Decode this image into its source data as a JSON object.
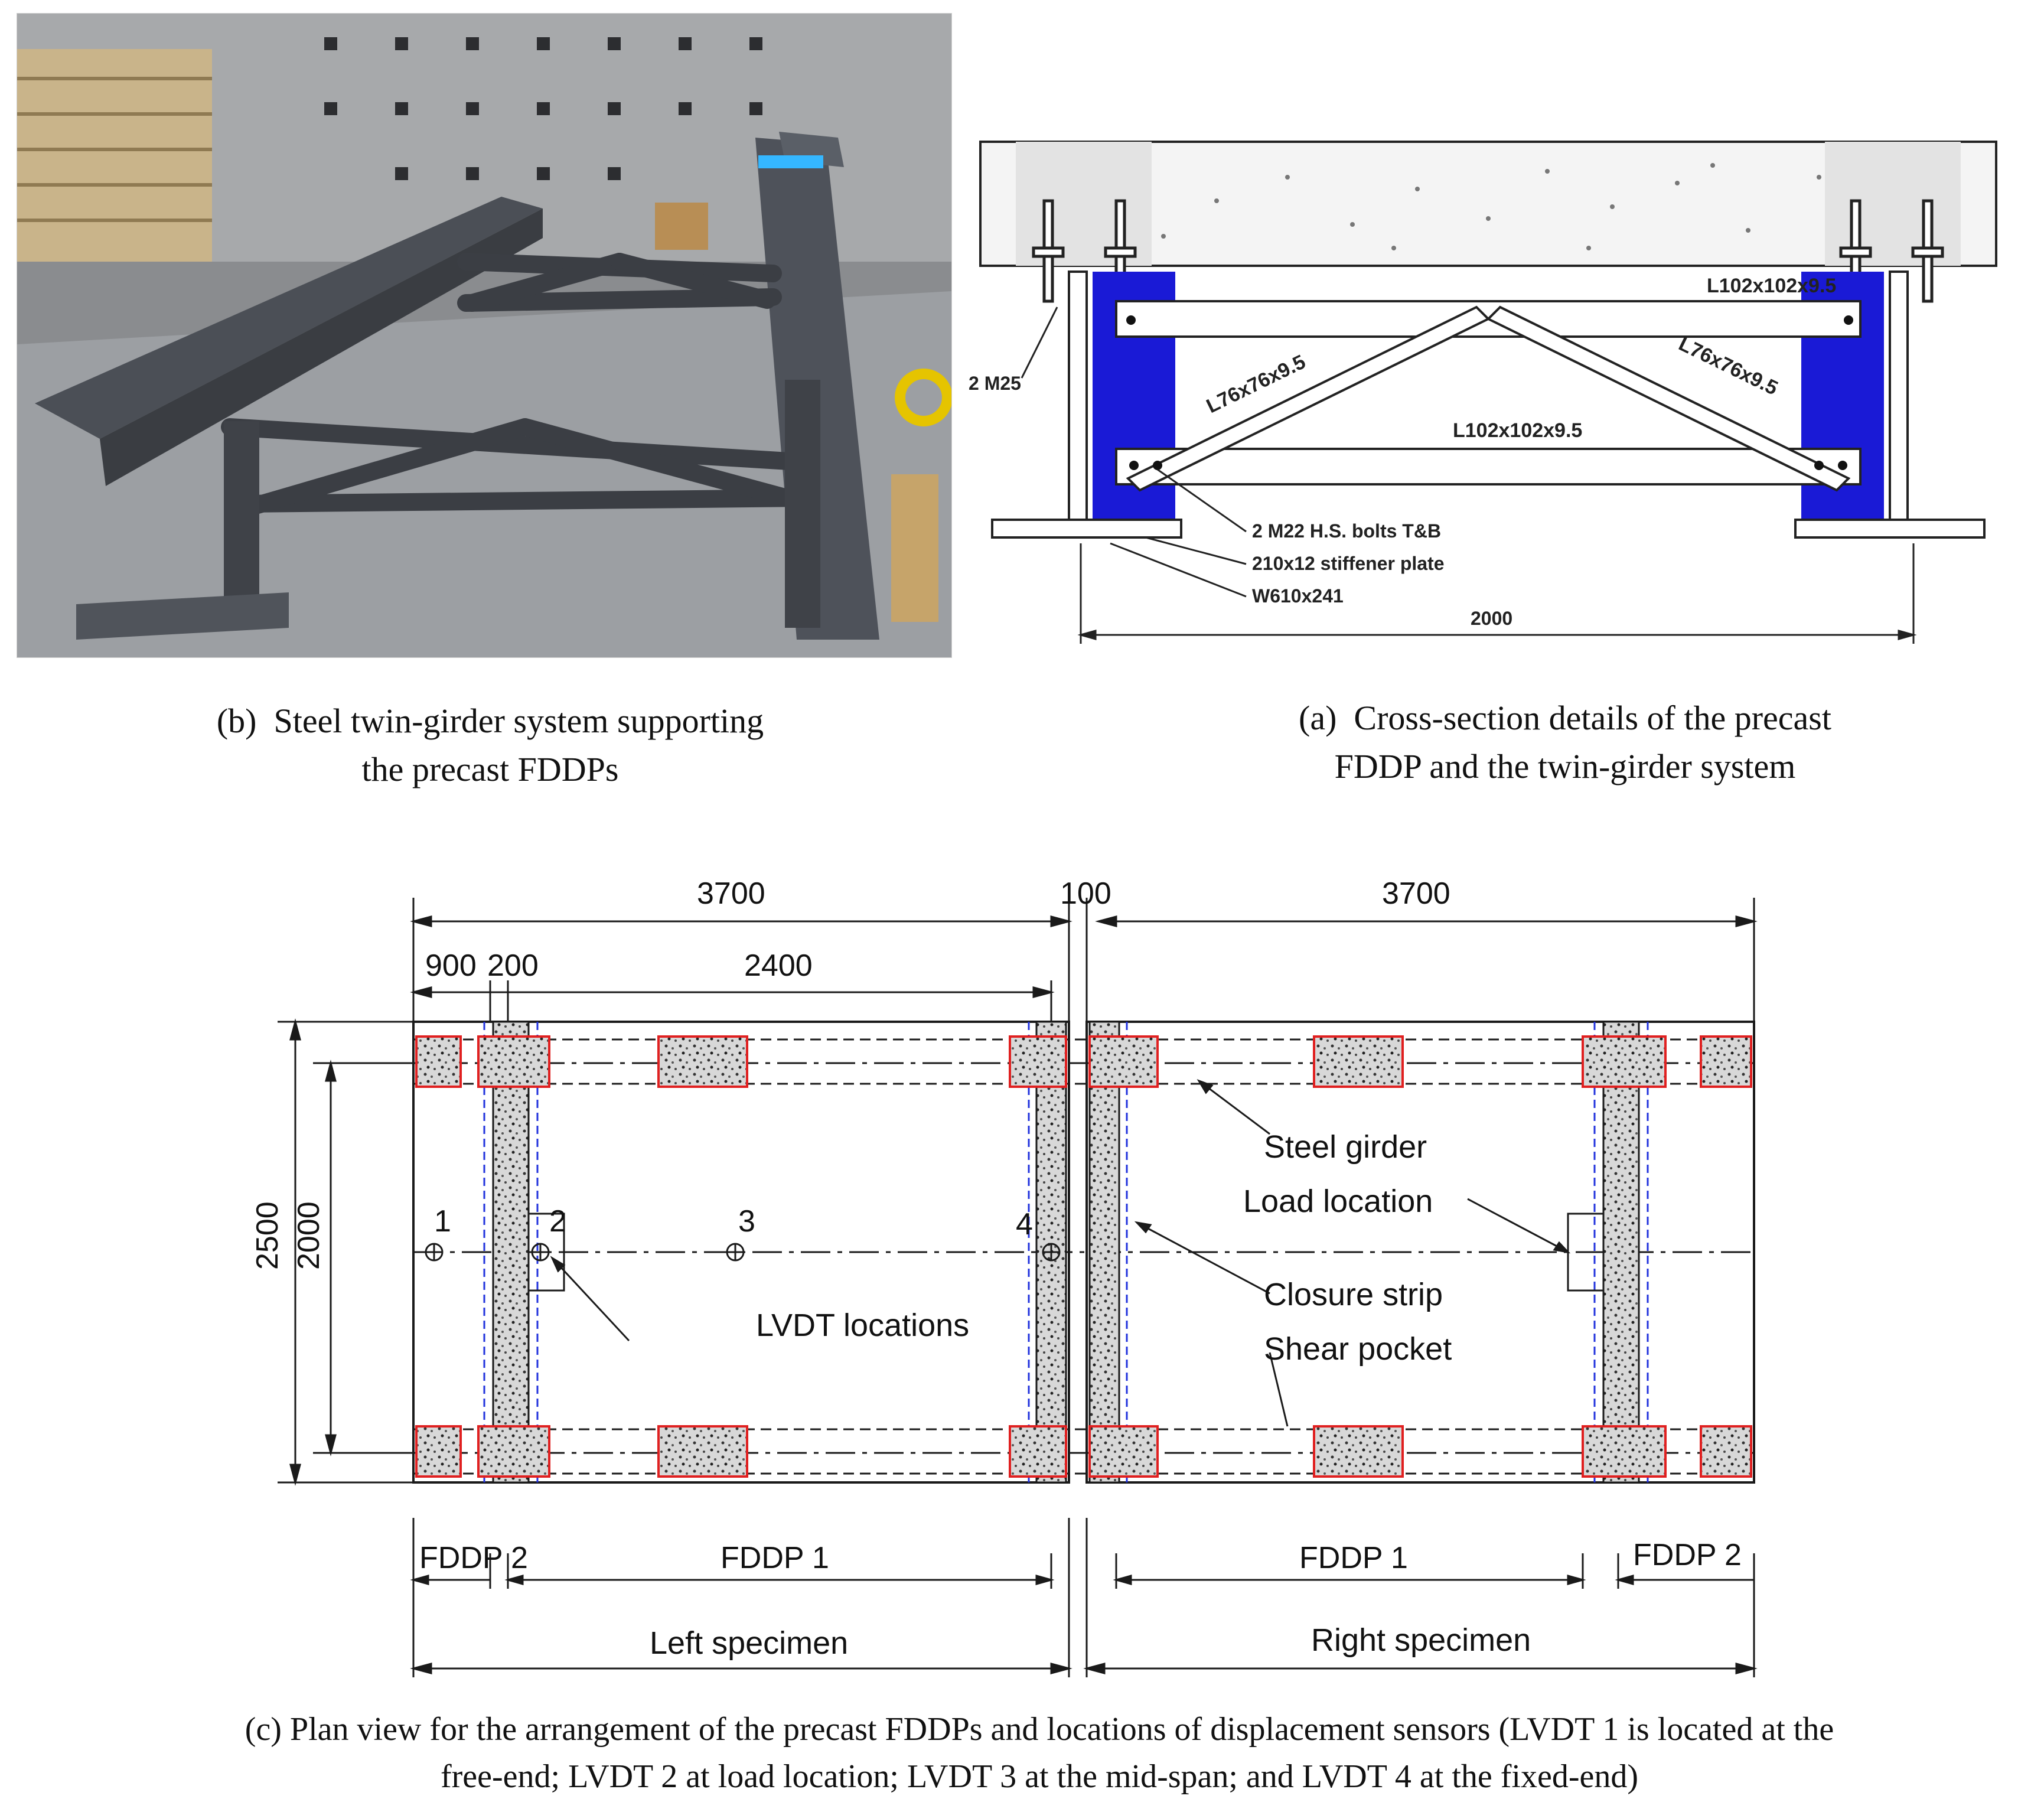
{
  "photo": {
    "caption_letter": "(b)",
    "caption_line1": "Steel twin-girder system supporting",
    "caption_line2": "the precast FDDPs"
  },
  "section": {
    "caption_letter": "(a)",
    "caption_line1": "Cross-section details of the precast",
    "caption_line2": "FDDP and the twin-girder system",
    "labels": {
      "top_strut": "L102x102x9.5",
      "bottom_strut": "L102x102x9.5",
      "left_brace": "L76x76x9.5",
      "right_brace": "L76x76x9.5",
      "anchor_bolts": "2 M25",
      "hs_bolts": "2 M22 H.S. bolts T&B",
      "stiffener": "210x12 stiffener plate",
      "girder": "W610x241",
      "girder_spacing": "2000"
    },
    "colors": {
      "stiffener": "#1a1ad6",
      "concrete": "#f4f4f4",
      "line": "#222222"
    }
  },
  "plan": {
    "caption_line1": "(c) Plan view for the arrangement of the precast FDDPs and locations of displacement sensors (LVDT 1 is located at the",
    "caption_line2": "free-end; LVDT 2 at load location; LVDT 3 at the mid-span; and LVDT 4 at the fixed-end)",
    "dims": {
      "left_length": "3700",
      "gap": "100",
      "right_length": "3700",
      "seg_900": "900",
      "seg_200": "200",
      "seg_2400": "2400",
      "width_2500": "2500",
      "girder_2000": "2000"
    },
    "lvdt": [
      "1",
      "2",
      "3",
      "4"
    ],
    "labels": {
      "steel_girder": "Steel girder",
      "load_location": "Load location",
      "closure_strip": "Closure strip",
      "shear_pocket": "Shear pocket",
      "lvdt_locations": "LVDT locations"
    },
    "panels": {
      "left_fddp2": "FDDP 2",
      "left_fddp1": "FDDP 1",
      "right_fddp1": "FDDP 1",
      "right_fddp2": "FDDP 2",
      "left_specimen": "Left specimen",
      "right_specimen": "Right specimen"
    },
    "colors": {
      "pocket_outline": "#e02020",
      "strip_edge": "#2233dd",
      "line": "#1a1a1a"
    }
  }
}
